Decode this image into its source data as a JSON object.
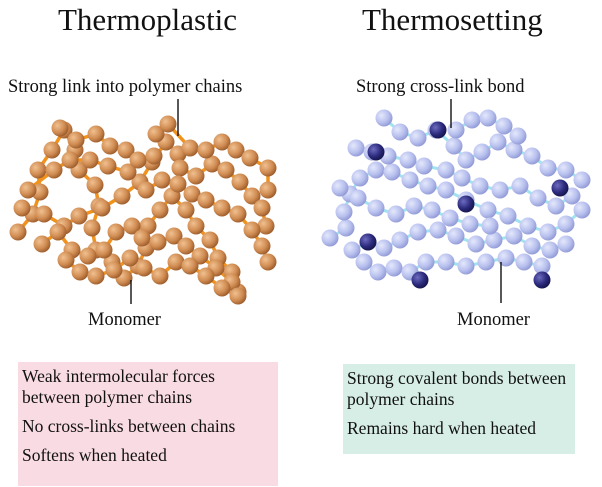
{
  "left": {
    "title": "Thermoplastic",
    "top_label": "Strong link into polymer chains",
    "bottom_label": "Monomer",
    "properties": [
      "Weak intermolecular forces between polymer chains",
      "No cross-links between chains",
      "Softens when heated"
    ]
  },
  "right": {
    "title": "Thermosetting",
    "top_label": "Strong cross-link bond",
    "bottom_label": "Monomer",
    "properties": [
      "Strong covalent bonds between polymer chains",
      "Remains hard when heated"
    ]
  },
  "colors": {
    "thermoplastic_monomer": "#d08c52",
    "thermoplastic_bond": "#f0921c",
    "thermoset_monomer": "#b8c0ee",
    "thermoset_crosslink_atom": "#2b2a7c",
    "thermoset_bond": "#9fe3f0",
    "left_box": "#f9dce3",
    "right_box": "#d7eee6"
  }
}
